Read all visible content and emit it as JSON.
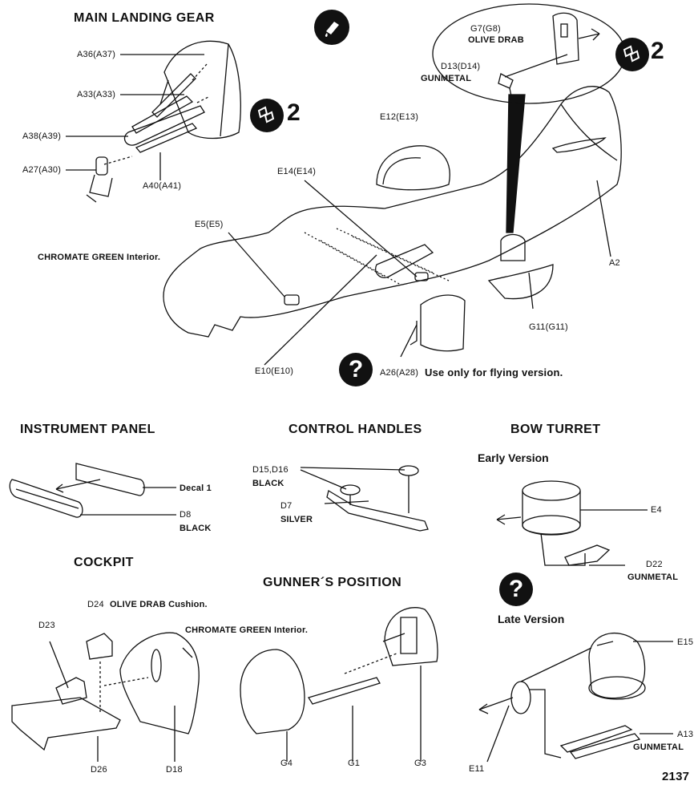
{
  "page_number": "2137",
  "sections": {
    "main_landing_gear": {
      "title": "MAIN LANDING GEAR",
      "parts": [
        "A36(A37)",
        "A33(A33)",
        "A38(A39)",
        "A27(A30)",
        "A40(A41)"
      ],
      "step_number": "2"
    },
    "fuselage": {
      "note": "CHROMATE GREEN Interior.",
      "parts": [
        "E12(E13)",
        "E14(E14)",
        "E5(E5)",
        "E10(E10)",
        "A26(A28)",
        "A2",
        "G11(G11)"
      ],
      "flying_note": "Use only for flying version.",
      "inset": {
        "g7": "G7(G8)",
        "g7_color": "OLIVE DRAB",
        "d13": "D13(D14)",
        "d13_color": "GUNMETAL",
        "step_number": "2"
      }
    },
    "instrument_panel": {
      "title": "INSTRUMENT PANEL",
      "decal": "Decal 1",
      "part": "D8",
      "color": "BLACK"
    },
    "control_handles": {
      "title": "CONTROL HANDLES",
      "part1": "D15,D16",
      "color1": "BLACK",
      "part2": "D7",
      "color2": "SILVER"
    },
    "bow_turret": {
      "title": "BOW TURRET",
      "early": "Early Version",
      "late": "Late Version",
      "e4": "E4",
      "d22": "D22",
      "d22_color": "GUNMETAL",
      "e15": "E15",
      "e11": "E11",
      "a13": "A13",
      "a13_color": "GUNMETAL"
    },
    "cockpit": {
      "title": "COCKPIT",
      "d24": "D24",
      "d24_note": "OLIVE DRAB Cushion.",
      "interior_note": "CHROMATE GREEN Interior.",
      "parts": [
        "D23",
        "D26",
        "D18"
      ]
    },
    "gunners_position": {
      "title": "GUNNER´S POSITION",
      "parts": [
        "G4",
        "G1",
        "G3"
      ]
    }
  },
  "icons": [
    "paint-dropper-icon",
    "decal-pair-icon",
    "question-icon"
  ]
}
